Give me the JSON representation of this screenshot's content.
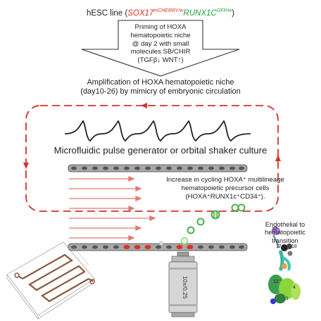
{
  "title": {
    "prefix": "hESC line (",
    "sox17": "SOX17",
    "sox17_sup": "mCHERRY/w",
    "runx1c": "RUNX1C",
    "runx1c_sup": "GFP/w",
    "suffix": ")"
  },
  "priming": {
    "line1": "Priming of HOXA",
    "line2": "hematopoietic niche",
    "line3": "@ day 2 with small",
    "line4": "molecules SB/CHIR",
    "line5": "(TGFβ↓ WNT↑)"
  },
  "amplification": {
    "line1": "Amplification of HOXA hematopoietic niche",
    "line2": "(day10-26) by mimicry of embryonic circulation"
  },
  "culture_label": "Microfluidic pulse generator or orbital shaker culture",
  "precursors": {
    "line1": "Increase in cycling HOXA⁺ multilineage",
    "line2": "hematopoietic precursor cells",
    "line3": "(HOXA⁺RUNX1c⁺CD34⁺)."
  },
  "endothelial": {
    "line1": "Endothelial to",
    "line2": "hematopoietic",
    "line3": "transition"
  },
  "lens_label": "10x/0.25",
  "cluster_labels": [
    "10",
    "17",
    "18",
    "12",
    "4",
    "1"
  ],
  "colors": {
    "loop": "#d73027",
    "flow_arrows": "#e07a72",
    "channel": "#8b5a3c",
    "gfp": "#4caf50",
    "mcherry": "#e0301e"
  }
}
